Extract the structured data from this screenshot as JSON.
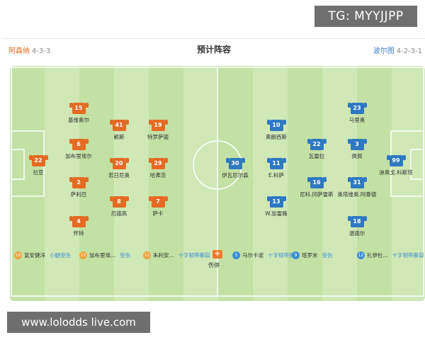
{
  "watermark": {
    "top_right": "TG: MYYJJPP",
    "bottom_left": "www.lolodds live.com"
  },
  "header": {
    "title": "预计阵容",
    "home_team": "阿森纳",
    "home_formation": "4-3-3",
    "away_team": "波尔图",
    "away_formation": "4-2-3-1"
  },
  "colors": {
    "home": "#e56a23",
    "away": "#2f79c2",
    "pitch": "#cfe8b6"
  },
  "home_players": [
    {
      "number": "22",
      "name": "拉亚"
    },
    {
      "number": "15",
      "name": "基维奥尔"
    },
    {
      "number": "6",
      "name": "加布里埃尔"
    },
    {
      "number": "2",
      "name": "萨利巴"
    },
    {
      "number": "4",
      "name": "怀特"
    },
    {
      "number": "41",
      "name": "赖斯"
    },
    {
      "number": "20",
      "name": "若日尼奥"
    },
    {
      "number": "8",
      "name": "厄德高"
    },
    {
      "number": "19",
      "name": "特罗萨德"
    },
    {
      "number": "29",
      "name": "哈弗茨"
    },
    {
      "number": "7",
      "name": "萨卡"
    }
  ],
  "away_players": [
    {
      "number": "99",
      "name": "迪奥戈.科斯塔"
    },
    {
      "number": "23",
      "name": "马里奥"
    },
    {
      "number": "3",
      "name": "佩佩"
    },
    {
      "number": "31",
      "name": "奥塔维奥.阿泰德"
    },
    {
      "number": "18",
      "name": "温德尔"
    },
    {
      "number": "22",
      "name": "瓦雷拉"
    },
    {
      "number": "16",
      "name": "尼科.冈萨雷斯"
    },
    {
      "number": "10",
      "name": "弗朗西斯"
    },
    {
      "number": "11",
      "name": "E.科萨"
    },
    {
      "number": "13",
      "name": "W.加雷路"
    },
    {
      "number": "30",
      "name": "伊瓦尼尔森"
    }
  ],
  "absences": {
    "icon_label": "伤停",
    "home": [
      {
        "number": "18",
        "name": "富安健洋",
        "reason": "小腿受伤"
      },
      {
        "number": "11",
        "name": "加布里埃...",
        "reason": "受伤"
      },
      {
        "number": "12",
        "name": "朱利安...",
        "reason": "十字韧带撕裂"
      }
    ],
    "away": [
      {
        "number": "5",
        "name": "马尔卡诺",
        "reason": "十字韧带撕裂"
      },
      {
        "number": "9",
        "name": "塔罗米",
        "reason": "受伤"
      },
      {
        "number": "12",
        "name": "扎伊杜...",
        "reason": "十字韧带撕裂"
      }
    ]
  }
}
